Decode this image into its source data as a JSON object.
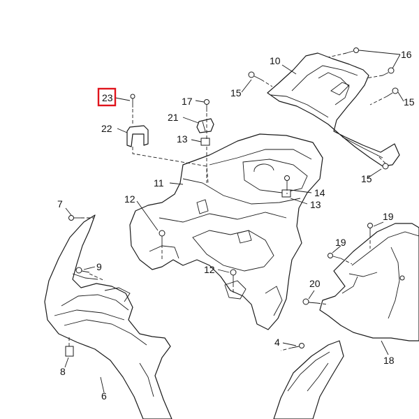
{
  "diagram": {
    "part_numbers": {
      "p4": "4",
      "p6": "6",
      "p7": "7",
      "p8": "8",
      "p9": "9",
      "p10": "10",
      "p11": "11",
      "p12a": "12",
      "p12b": "12",
      "p13a": "13",
      "p13b": "13",
      "p14": "14",
      "p15a": "15",
      "p15b": "15",
      "p15c": "15",
      "p16": "16",
      "p17": "17",
      "p18": "18",
      "p19a": "19",
      "p19b": "19",
      "p20": "20",
      "p21": "21",
      "p22": "22",
      "p23": "23"
    },
    "highlighted_part": "23",
    "highlight_color": "#e0141c"
  }
}
